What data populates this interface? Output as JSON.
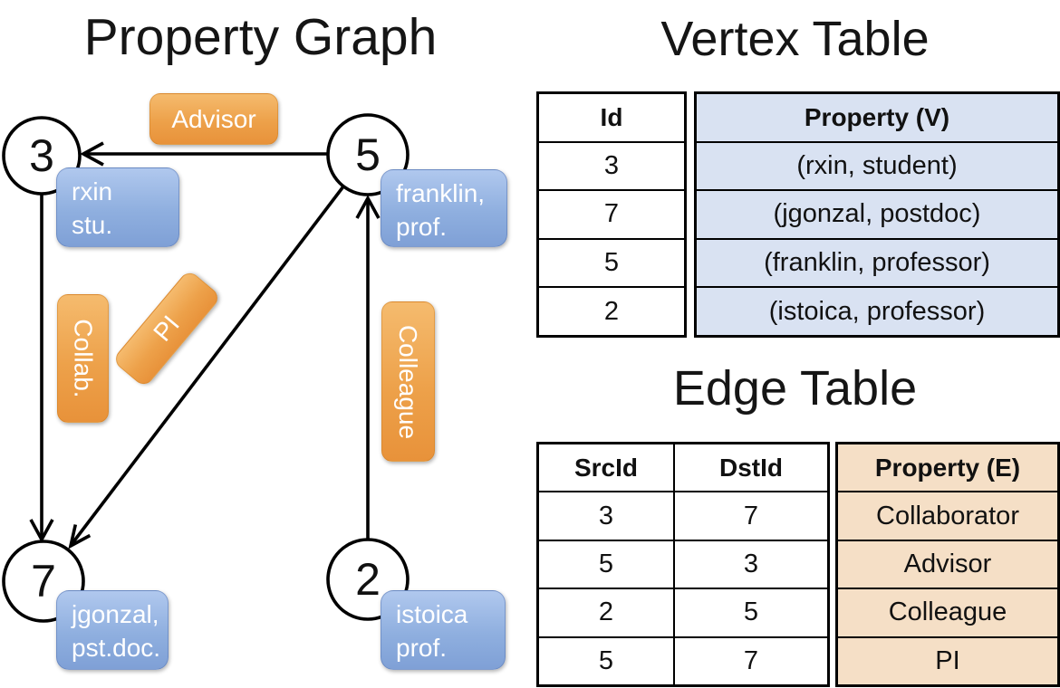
{
  "titles": {
    "graph": "Property Graph",
    "vertex_table": "Vertex Table",
    "edge_table": "Edge Table"
  },
  "graph": {
    "nodes": [
      {
        "id": "3",
        "property": {
          "line1": "rxin",
          "line2": "stu."
        }
      },
      {
        "id": "5",
        "property": {
          "line1": "franklin,",
          "line2": "prof."
        }
      },
      {
        "id": "7",
        "property": {
          "line1": "jgonzal,",
          "line2": "pst.doc."
        }
      },
      {
        "id": "2",
        "property": {
          "line1": "istoica",
          "line2": "prof."
        }
      }
    ],
    "edge_labels": {
      "advisor": "Advisor",
      "collab": "Collab.",
      "pi": "PI",
      "colleague": "Colleague"
    }
  },
  "vertex_table": {
    "headers": {
      "id": "Id",
      "property": "Property (V)"
    },
    "rows": [
      {
        "id": "3",
        "property": "(rxin, student)"
      },
      {
        "id": "7",
        "property": "(jgonzal, postdoc)"
      },
      {
        "id": "5",
        "property": "(franklin, professor)"
      },
      {
        "id": "2",
        "property": "(istoica, professor)"
      }
    ]
  },
  "edge_table": {
    "headers": {
      "src": "SrcId",
      "dst": "DstId",
      "property": "Property (E)"
    },
    "rows": [
      {
        "src": "3",
        "dst": "7",
        "property": "Collaborator"
      },
      {
        "src": "5",
        "dst": "3",
        "property": "Advisor"
      },
      {
        "src": "2",
        "dst": "5",
        "property": "Colleague"
      },
      {
        "src": "5",
        "dst": "7",
        "property": "PI"
      }
    ]
  },
  "colors": {
    "edge_label_orange": "#EC9A3C",
    "vertex_box_blue": "#8FAEDC",
    "vertex_table_fill": "#D9E2F2",
    "edge_table_fill": "#F5DFC6",
    "node_fill": "#FFFFFF",
    "line_color": "#000000"
  }
}
